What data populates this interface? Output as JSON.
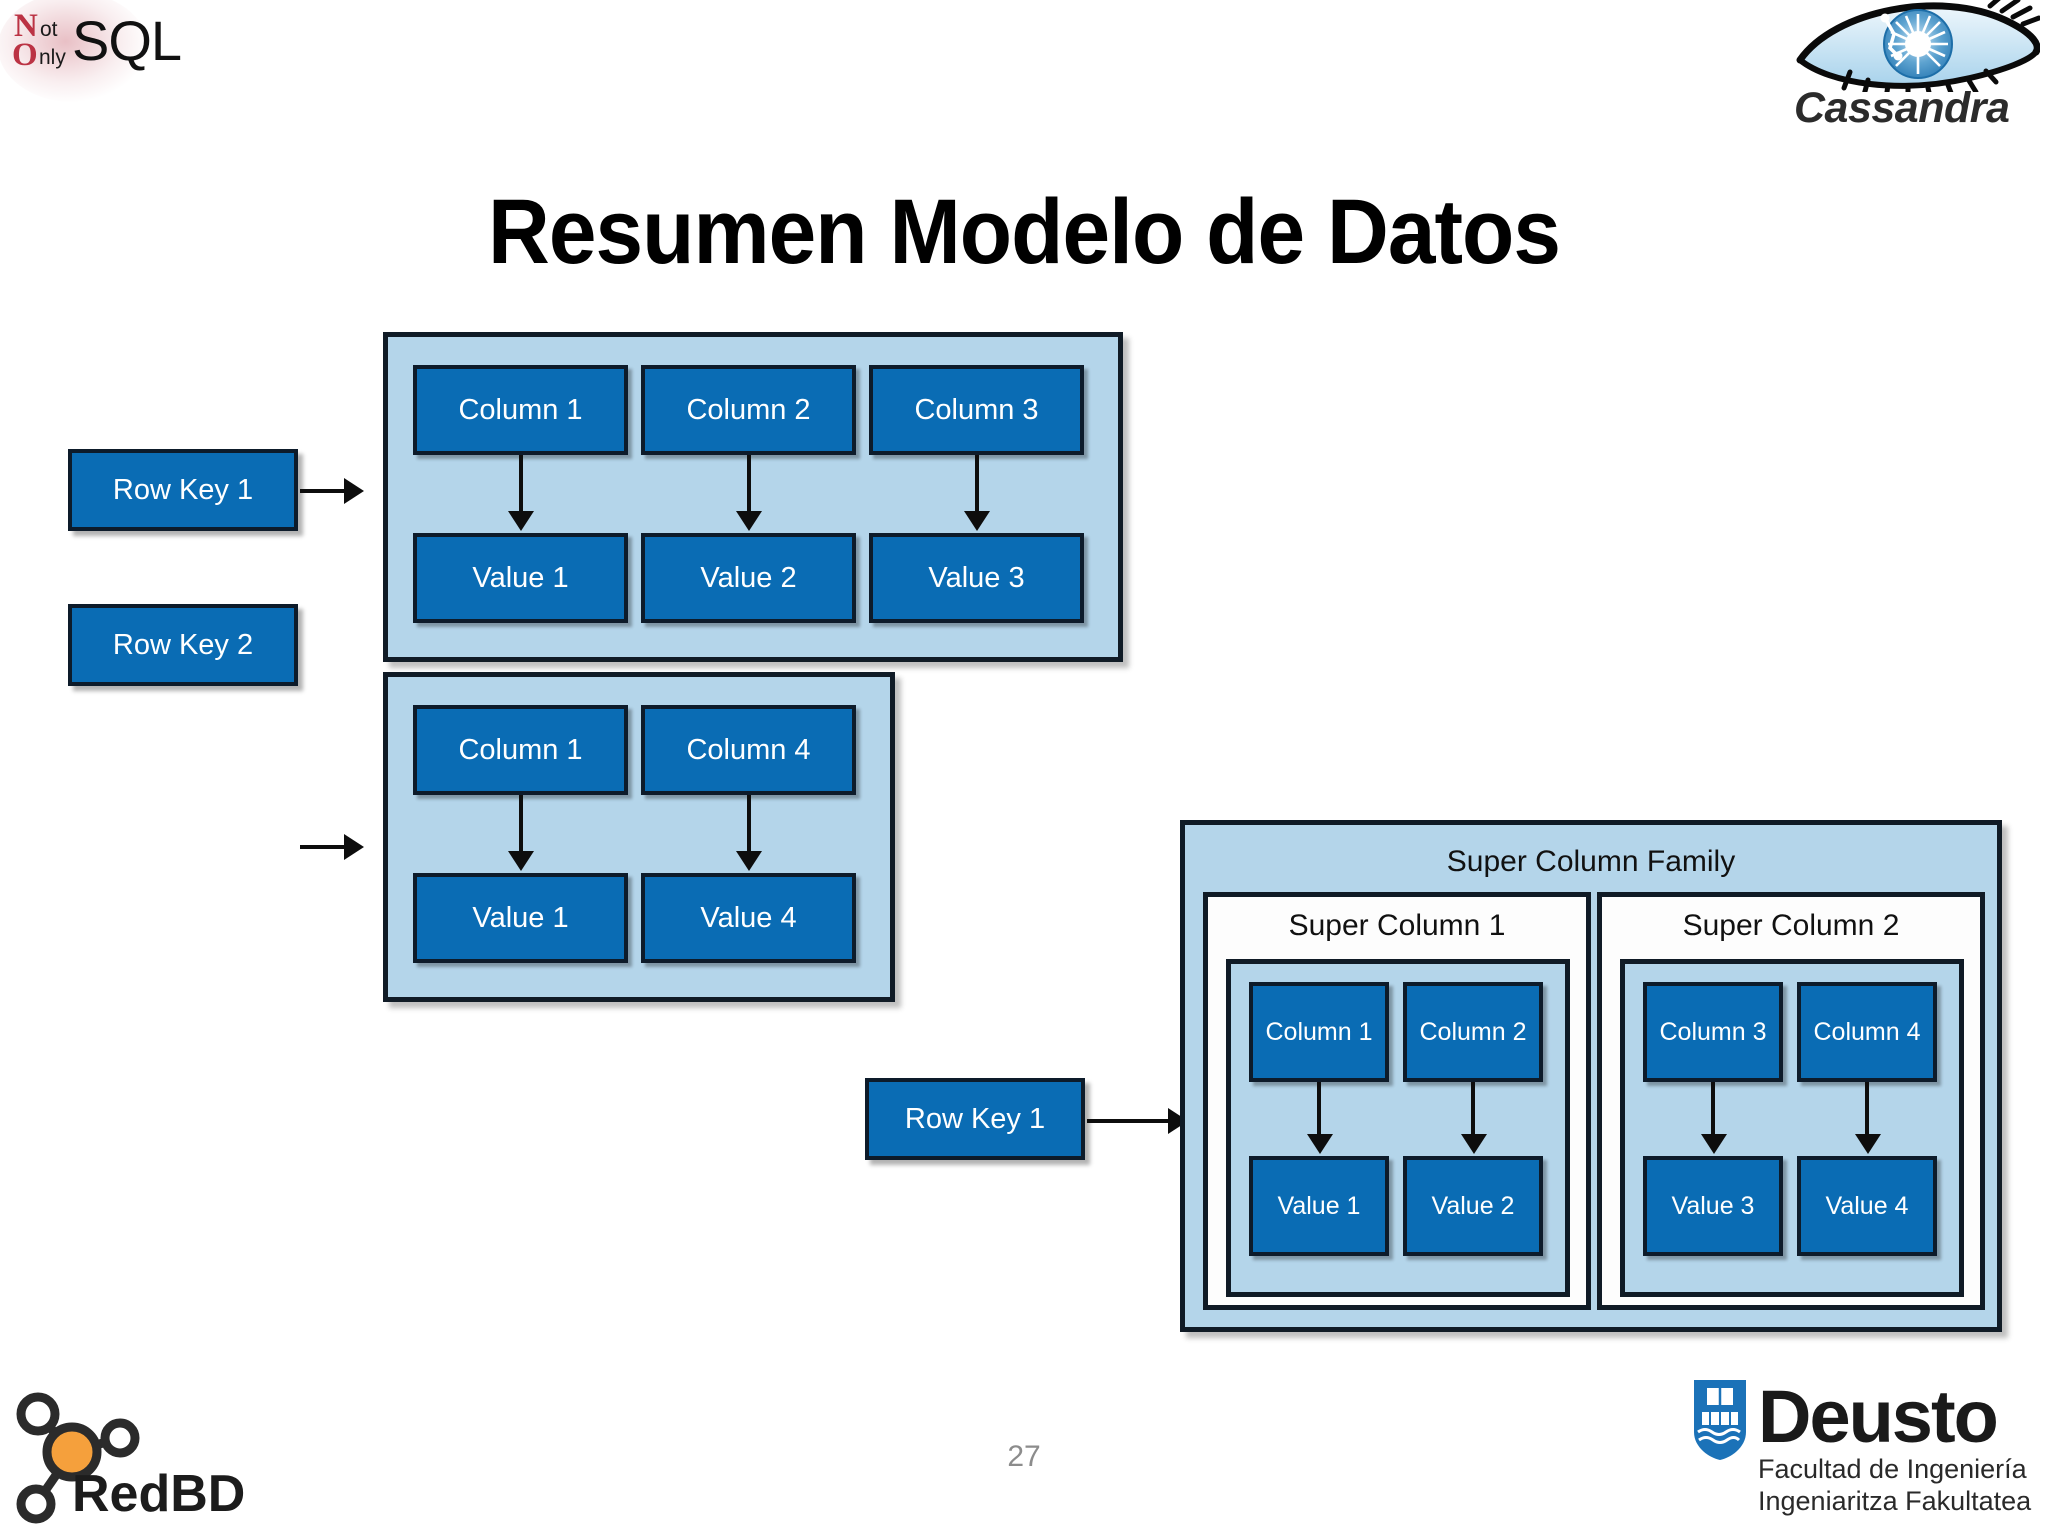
{
  "header": {
    "nosql_logo": {
      "n": "N",
      "ot": "ot",
      "o": "O",
      "nly": "nly",
      "sql": "SQL"
    },
    "cassandra_logo": {
      "label": "Cassandra"
    }
  },
  "title": "Resumen Modelo de Datos",
  "diagram": {
    "row1": {
      "key_label": "Row Key 1",
      "columns": [
        "Column 1",
        "Column 2",
        "Column 3"
      ],
      "values": [
        "Value 1",
        "Value 2",
        "Value 3"
      ]
    },
    "row2": {
      "key_label": "Row Key 2",
      "columns": [
        "Column 1",
        "Column 4"
      ],
      "values": [
        "Value 1",
        "Value 4"
      ]
    },
    "super": {
      "key_label": "Row Key 1",
      "family_label": "Super Column Family",
      "super_columns": [
        {
          "label": "Super Column 1",
          "columns": [
            "Column 1",
            "Column 2"
          ],
          "values": [
            "Value 1",
            "Value 2"
          ]
        },
        {
          "label": "Super Column 2",
          "columns": [
            "Column 3",
            "Column 4"
          ],
          "values": [
            "Value 3",
            "Value 4"
          ]
        }
      ]
    }
  },
  "footer": {
    "redbd_label": "RedBD",
    "page_number": "27",
    "deusto": {
      "word": "Deusto",
      "sub1": "Facultad de Ingeniería",
      "sub2": "Ingeniaritza Fakultatea"
    }
  },
  "colors": {
    "box_blue": "#0a6cb4",
    "container_blue": "#b4d5ea",
    "outline": "#101b26",
    "nosql_red": "#bb3344",
    "redbd_orange": "#f5a03c",
    "deusto_blue": "#1b72b8",
    "page_number_gray": "#8c8c8c"
  }
}
